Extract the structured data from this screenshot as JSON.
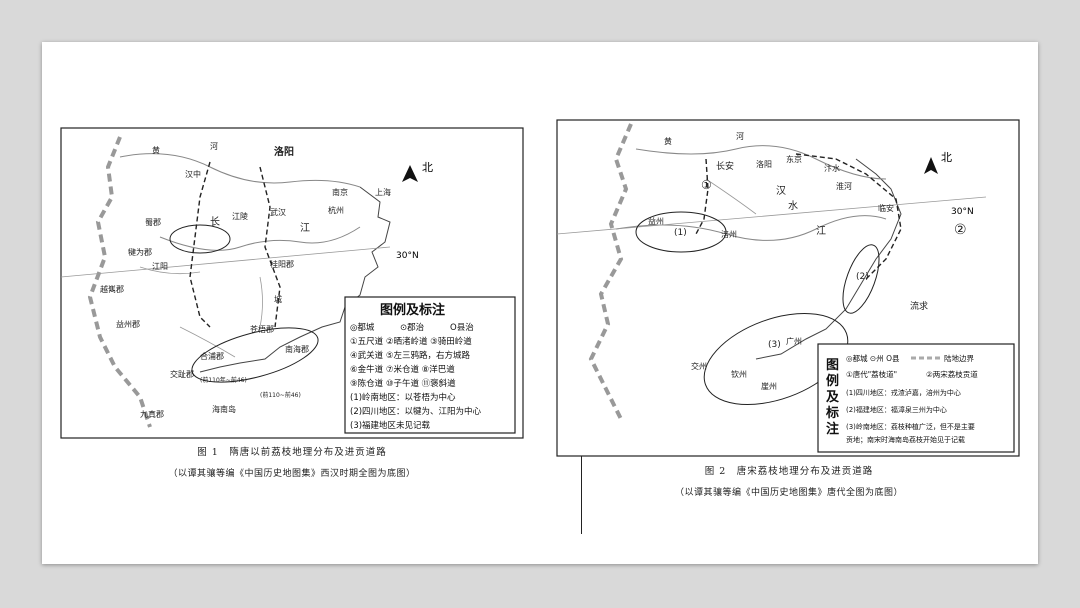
{
  "figure1": {
    "north": "北",
    "latitude": "30°N",
    "legend_title": "图例及标注",
    "legend_symbols": [
      "◎都城",
      "⊙郡治",
      "O县治"
    ],
    "legend_rows": [
      "①五尺道 ②晒渚岭道 ③骑田岭道",
      "④武关道 ⑤左三鸦路，右方城路",
      "⑥金牛道 ⑦米仓道 ⑧洋巴道",
      "⑨陈仓道 ⑩子午道 ⑪褒斜道",
      "(1)岭南地区：以苍梧为中心",
      "(2)四川地区：以犍为、江阳为中心",
      "(3)福建地区未见记载"
    ],
    "places": {
      "huanghe": "黄",
      "he": "河",
      "luoyang": "洛阳",
      "nanjing": "南京",
      "shanghai": "上海",
      "wuhan": "武汉",
      "hangzhou": "杭州",
      "jiang": "江",
      "chang": "长",
      "shuzhong": "汉中",
      "shujun": "蜀郡",
      "jianwei": "犍为郡",
      "jiangyang": "江阳",
      "guiyang": "桂阳郡",
      "cangwu": "苍梧郡",
      "jiaozhi": "交趾郡",
      "hepu": "合浦郡",
      "jiuzhen": "九真郡",
      "hainan": "海南岛",
      "yuesui": "越嶲郡",
      "yizhou": "益州郡",
      "nanhai": "南海郡",
      "jiangling": "江陵",
      "cheng": "城"
    },
    "annotation_left": "(前110年~前46)",
    "annotation_right": "(前110~前46)",
    "caption_line1": "图 1　隋唐以前荔枝地理分布及进贡道路",
    "caption_line2": "（以谭其骧等编《中国历史地图集》西汉时期全图为底图）"
  },
  "figure2": {
    "north": "北",
    "latitude": "30°N",
    "legend_vertical": [
      "图",
      "例",
      "及",
      "标",
      "注"
    ],
    "legend_symbols_row": "◎都城 ⊙州 O县",
    "legend_border": "陆地边界",
    "legend_route1": "①唐代\"荔枝道\"",
    "legend_route2": "②两宋荔枝贡道",
    "legend_rows": [
      "(1)四川地区：戎渣泸嘉，涪州为中心",
      "(2)福建地区：福漳泉三州为中心",
      "(3)岭南地区：荔枝种植广泛，但不是主要",
      "贡地；南宋时海南岛荔枝开始见于记载"
    ],
    "places": {
      "huanghe": "黄",
      "he": "河",
      "changan": "长安",
      "luoyang": "洛阳",
      "dongjing": "东京",
      "bianshui": "汴水",
      "huaihe": "淮河",
      "han": "汉",
      "shui": "水",
      "jiang": "江",
      "linan": "临安",
      "yizhou": "益州",
      "fuzhou": "涪州",
      "liuqiu": "流求",
      "guangzhou": "广州",
      "jiaozhou": "交州",
      "qinzhou": "钦州",
      "yazhou": "崖州",
      "r1": "①",
      "r2": "②",
      "c1": "(1)",
      "c3": "(3)",
      "c2": "(2)"
    },
    "caption_line1": "图 2　唐宋荔枝地理分布及进贡道路",
    "caption_line2": "（以谭其骧等编《中国历史地图集》唐代全图为底图）"
  }
}
